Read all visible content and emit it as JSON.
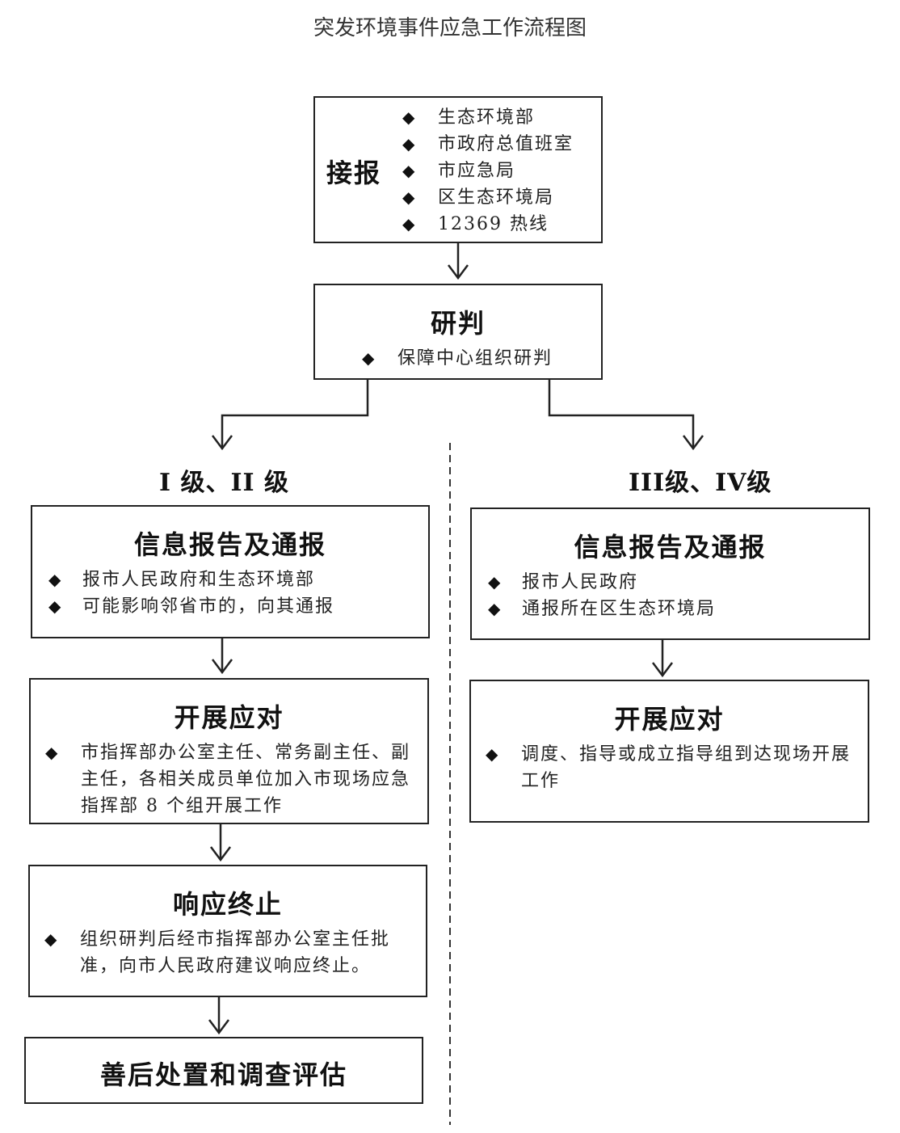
{
  "title": "突发环境事件应急工作流程图",
  "bullet_icon": "diamond-icon",
  "receive": {
    "label": "接报",
    "items": [
      "生态环境部",
      "市政府总值班室",
      "市应急局",
      "区生态环境局",
      "12369 热线"
    ]
  },
  "assess": {
    "label": "研判",
    "items": [
      "保障中心组织研判"
    ]
  },
  "left": {
    "level": "I 级、II 级",
    "report": {
      "label": "信息报告及通报",
      "items": [
        "报市人民政府和生态环境部",
        "可能影响邻省市的，向其通报"
      ]
    },
    "response": {
      "label": "开展应对",
      "items": [
        "市指挥部办公室主任、常务副主任、副主任，各相关成员单位加入市现场应急指挥部 8 个组开展工作"
      ]
    },
    "terminate": {
      "label": "响应终止",
      "items": [
        "组织研判后经市指挥部办公室主任批准，向市人民政府建议响应终止。"
      ]
    },
    "aftermath": {
      "label": "善后处置和调查评估"
    }
  },
  "right": {
    "level": "III级、IV级",
    "report": {
      "label": "信息报告及通报",
      "items": [
        "报市人民政府",
        "通报所在区生态环境局"
      ]
    },
    "response": {
      "label": "开展应对",
      "items": [
        "调度、指导或成立指导组到达现场开展工作"
      ]
    }
  }
}
